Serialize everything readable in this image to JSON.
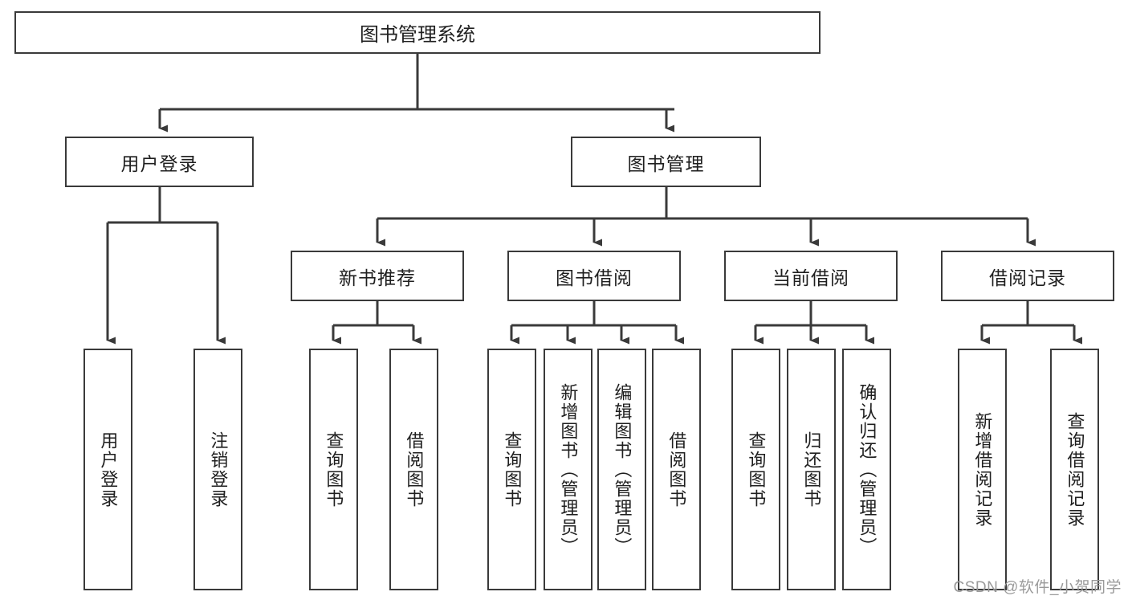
{
  "diagram": {
    "title": "图书管理系统",
    "type": "tree-hierarchy",
    "colors": {
      "box_border": "#3a3a3a",
      "box_fill": "#ffffff",
      "connector": "#3a3a3a",
      "text": "#1f1f1f",
      "watermark": "#9a9a9a",
      "background": "#ffffff"
    }
  },
  "root": {
    "label": "图书管理系统"
  },
  "level1": [
    {
      "label": "用户登录"
    },
    {
      "label": "图书管理"
    }
  ],
  "level2": [
    {
      "label": "新书推荐"
    },
    {
      "label": "图书借阅"
    },
    {
      "label": "当前借阅"
    },
    {
      "label": "借阅记录"
    }
  ],
  "leaves": {
    "user_login": [
      {
        "label": "用户登录"
      },
      {
        "label": "注销登录"
      }
    ],
    "new_book_recommend": [
      {
        "label": "查询图书"
      },
      {
        "label": "借阅图书"
      }
    ],
    "book_borrow": [
      {
        "label": "查询图书"
      },
      {
        "label": "新增图书（管理员）"
      },
      {
        "label": "编辑图书（管理员）"
      },
      {
        "label": "借阅图书"
      }
    ],
    "current_borrow": [
      {
        "label": "查询图书"
      },
      {
        "label": "归还图书"
      },
      {
        "label": "确认归还（管理员）"
      }
    ],
    "borrow_record": [
      {
        "label": "新增借阅记录"
      },
      {
        "label": "查询借阅记录"
      }
    ]
  },
  "watermark": {
    "text": "CSDN @软件_小贺同学"
  }
}
